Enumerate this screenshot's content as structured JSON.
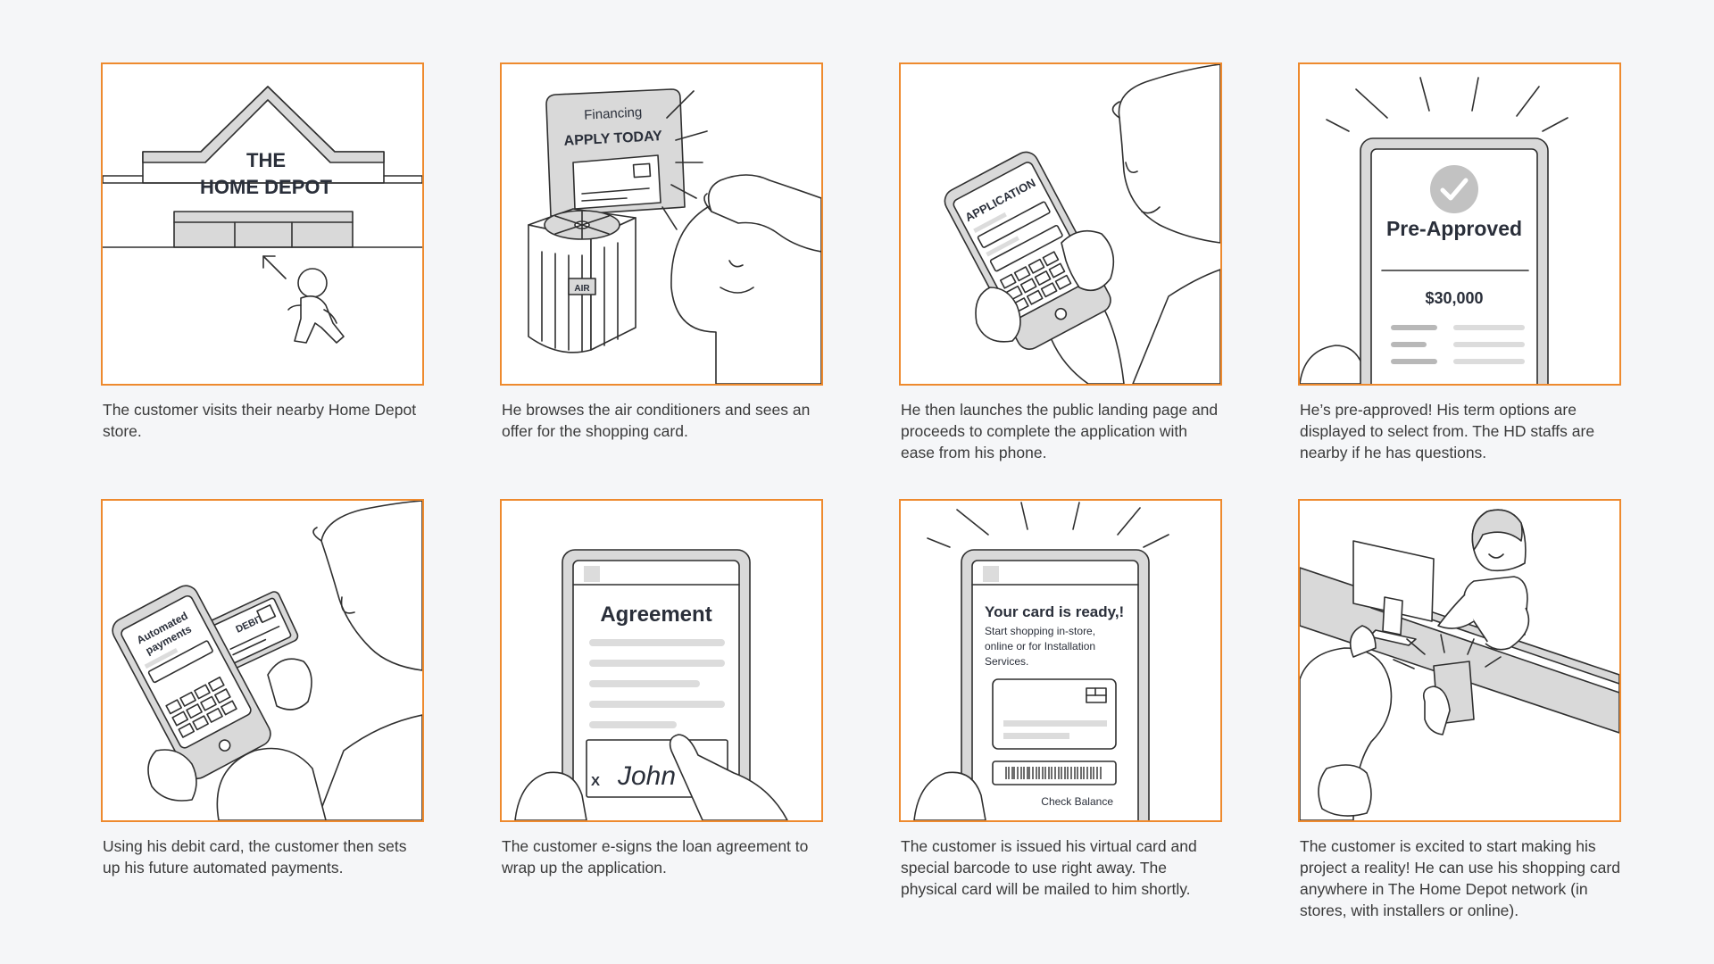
{
  "colors": {
    "frame": "#ee8a2e",
    "background": "#f5f6f8",
    "ink": "#2f2f2f"
  },
  "panels": [
    {
      "caption": "The customer visits their nearby Home Depot store.",
      "store_line1": "THE",
      "store_line2": "HOME DEPOT"
    },
    {
      "caption": "He browses the air conditioners and sees an offer for the shopping card.",
      "sign_small": "Financing",
      "sign_big": "APPLY TODAY",
      "unit_label": "AIR"
    },
    {
      "caption": "He then launches the public landing page and proceeds to complete the application with ease from his phone.",
      "phone_title": "APPLICATION"
    },
    {
      "caption": "He’s pre-approved! His term options are displayed to select from. The HD staffs are nearby if he has questions.",
      "status": "Pre-Approved",
      "amount": "$30,000"
    },
    {
      "caption": "Using his debit card, the customer then sets up his future automated payments.",
      "phone_title_line1": "Automated",
      "phone_title_line2": "payments",
      "card_label": "DEBIT"
    },
    {
      "caption": "The customer e-signs the loan agreement to wrap up the application.",
      "doc_title": "Agreement",
      "sign_x": "X",
      "signature": "John"
    },
    {
      "caption": "The customer is issued his virtual card and special barcode to use right away. The physical card will be mailed to him shortly.",
      "heading": "Your card is ready,!",
      "body_line1": "Start shopping in-store,",
      "body_line2": "online or for Installation",
      "body_line3": "Services.",
      "link": "Check Balance"
    },
    {
      "caption": "The customer is excited to start making his project a reality! He can use his shopping card anywhere in The Home Depot network (in stores, with installers or online)."
    }
  ]
}
